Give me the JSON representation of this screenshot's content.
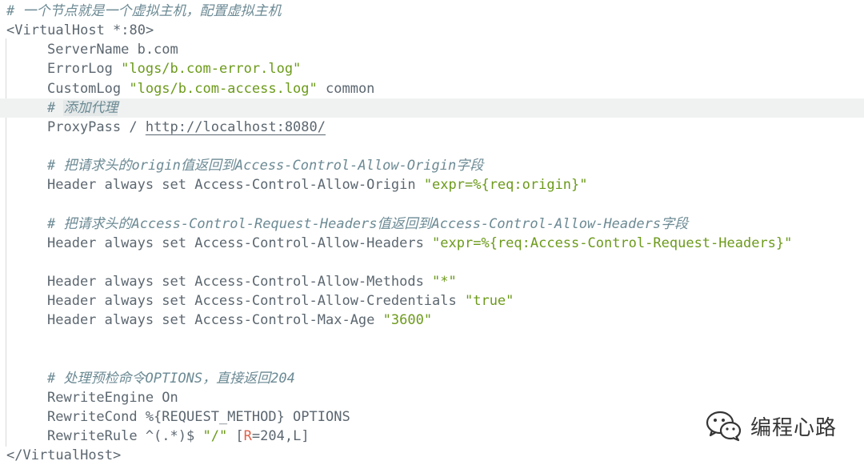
{
  "editor": {
    "language": "apache-config",
    "lines": [
      [
        {
          "t": "comment",
          "v": "# 一个节点就是一个虚拟主机，配置虚拟主机"
        }
      ],
      [
        {
          "t": "tag",
          "v": "<VirtualHost *:80>"
        }
      ],
      [
        {
          "t": "indent"
        },
        {
          "t": "directive",
          "v": "ServerName b.com"
        }
      ],
      [
        {
          "t": "indent"
        },
        {
          "t": "directive",
          "v": "ErrorLog "
        },
        {
          "t": "string",
          "v": "\"logs/b.com-error.log\""
        }
      ],
      [
        {
          "t": "indent"
        },
        {
          "t": "directive",
          "v": "CustomLog "
        },
        {
          "t": "string",
          "v": "\"logs/b.com-access.log\""
        },
        {
          "t": "plain",
          "v": " common"
        }
      ],
      [
        {
          "t": "indent"
        },
        {
          "t": "comment",
          "v": "# "
        },
        {
          "t": "comment-sel",
          "v": "添加代理"
        }
      ],
      [
        {
          "t": "indent"
        },
        {
          "t": "directive",
          "v": "ProxyPass / "
        },
        {
          "t": "url",
          "v": "http://localhost:8080/"
        }
      ],
      [],
      [
        {
          "t": "indent"
        },
        {
          "t": "comment",
          "v": "# 把请求头的origin值返回到Access-Control-Allow-Origin字段"
        }
      ],
      [
        {
          "t": "indent"
        },
        {
          "t": "directive",
          "v": "Header always set Access-Control-Allow-Origin "
        },
        {
          "t": "string",
          "v": "\"expr=%{req:origin}\""
        }
      ],
      [],
      [
        {
          "t": "indent"
        },
        {
          "t": "comment",
          "v": "# 把请求头的Access-Control-Request-Headers值返回到Access-Control-Allow-Headers字段"
        }
      ],
      [
        {
          "t": "indent"
        },
        {
          "t": "directive",
          "v": "Header always set Access-Control-Allow-Headers "
        },
        {
          "t": "string",
          "v": "\"expr=%{req:Access-Control-Request-Headers}\""
        }
      ],
      [],
      [
        {
          "t": "indent"
        },
        {
          "t": "directive",
          "v": "Header always set Access-Control-Allow-Methods "
        },
        {
          "t": "string",
          "v": "\"*\""
        }
      ],
      [
        {
          "t": "indent"
        },
        {
          "t": "directive",
          "v": "Header always set Access-Control-Allow-Credentials "
        },
        {
          "t": "string",
          "v": "\"true\""
        }
      ],
      [
        {
          "t": "indent"
        },
        {
          "t": "directive",
          "v": "Header always set Access-Control-Max-Age "
        },
        {
          "t": "string",
          "v": "\"3600\""
        }
      ],
      [],
      [],
      [
        {
          "t": "indent"
        },
        {
          "t": "comment",
          "v": "# 处理预检命令OPTIONS，直接返回204"
        }
      ],
      [
        {
          "t": "indent"
        },
        {
          "t": "directive",
          "v": "RewriteEngine On"
        }
      ],
      [
        {
          "t": "indent"
        },
        {
          "t": "directive",
          "v": "RewriteCond %{REQUEST_METHOD} OPTIONS"
        }
      ],
      [
        {
          "t": "indent"
        },
        {
          "t": "directive",
          "v": "RewriteRule ^(.*)$ "
        },
        {
          "t": "string",
          "v": "\"/\""
        },
        {
          "t": "plain",
          "v": " ["
        },
        {
          "t": "flag",
          "v": "R"
        },
        {
          "t": "plain",
          "v": "=204,L]"
        }
      ],
      [
        {
          "t": "tag",
          "v": "</VirtualHost>"
        }
      ]
    ],
    "highlighted_line": 5
  },
  "watermark": {
    "icon": "wechat-icon",
    "text": "编程心路"
  },
  "colors": {
    "text": "#5c6770",
    "comment": "#6c8a94",
    "string": "#6c9a1b",
    "flag": "#e0614a",
    "line_highlight": "#f0f2f2",
    "background": "#ffffff"
  }
}
